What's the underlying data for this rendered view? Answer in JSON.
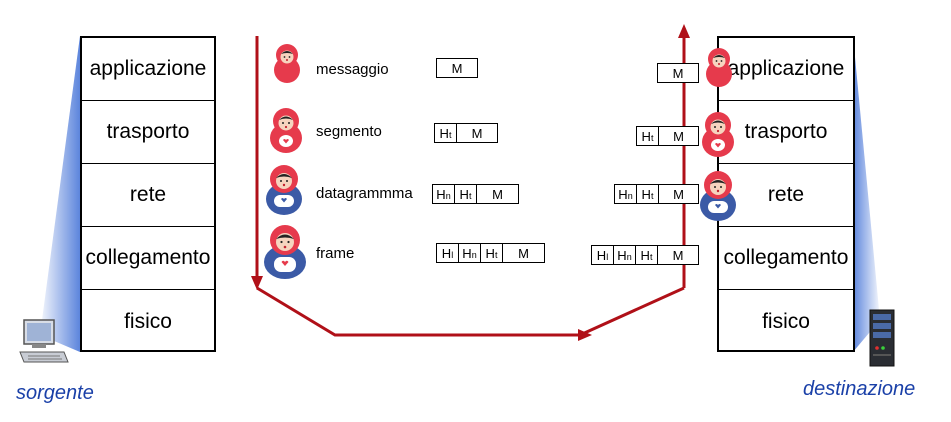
{
  "source": {
    "label": "sorgente",
    "layers": [
      "applicazione",
      "trasporto",
      "rete",
      "collegamento",
      "fisico"
    ]
  },
  "destination": {
    "label": "destinazione",
    "layers": [
      "applicazione",
      "trasporto",
      "rete",
      "collegamento",
      "fisico"
    ]
  },
  "units": [
    {
      "name": "messaggio",
      "headers": []
    },
    {
      "name": "segmento",
      "headers": [
        "t"
      ]
    },
    {
      "name": "datagrammma",
      "headers": [
        "n",
        "t"
      ]
    },
    {
      "name": "frame",
      "headers": [
        "l",
        "n",
        "t"
      ]
    }
  ],
  "header_letter": "H",
  "payload_label": "M",
  "colors": {
    "arrow": "#b01018",
    "host_label": "#1a40a8",
    "doll_red": "#e63a4c",
    "doll_blue": "#3b5aa6"
  },
  "icons": [
    "computer-icon",
    "server-icon",
    "matryoshka-icon"
  ]
}
